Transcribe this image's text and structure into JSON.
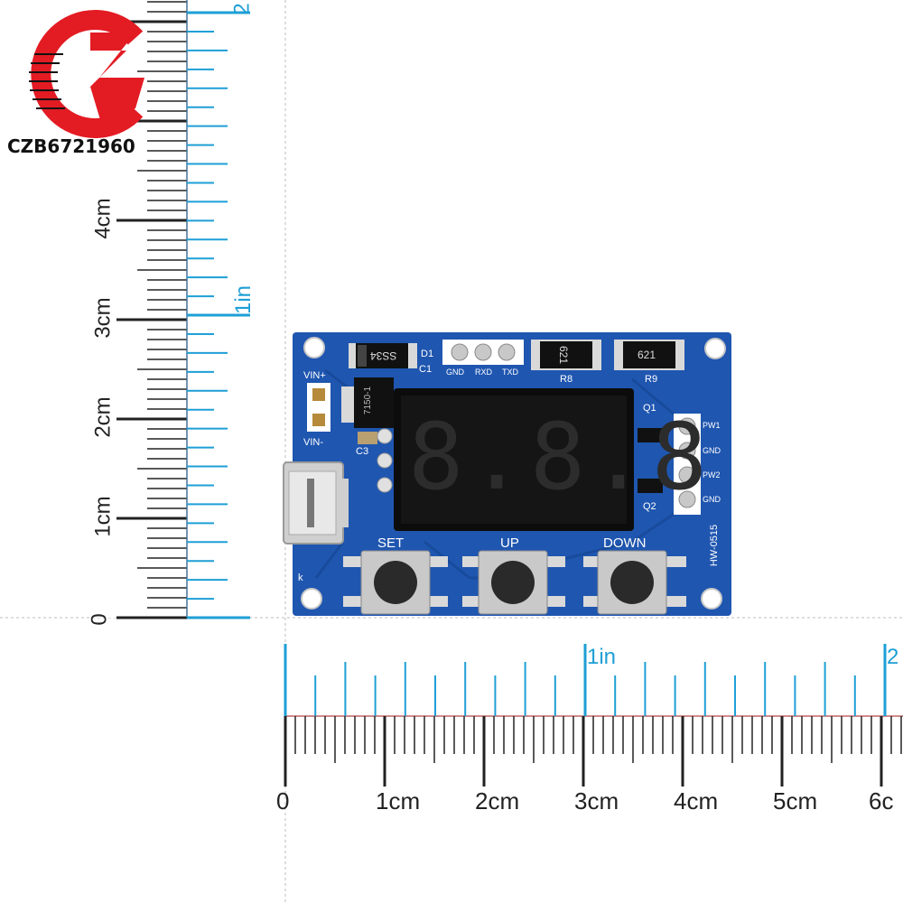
{
  "watermark": {
    "text": "CZB6721960",
    "logo_colors": {
      "primary": "#e31b23",
      "secondary": "#111111"
    }
  },
  "vertical_ruler": {
    "cm_labels": [
      "0",
      "1cm",
      "2cm",
      "3cm",
      "4cm"
    ],
    "inch_labels": [
      "1in",
      "2"
    ],
    "tick_color_cm": "#222222",
    "tick_color_in": "#1e9fd6"
  },
  "horizontal_ruler": {
    "cm_labels": [
      "0",
      "1cm",
      "2cm",
      "3cm",
      "4cm",
      "5cm",
      "6c"
    ],
    "inch_labels": [
      "1in",
      "2"
    ],
    "tick_color_cm": "#222222",
    "tick_color_in": "#1e9fd6"
  },
  "board": {
    "model": "HW-0515",
    "display_digits": "8.8.8",
    "color": "#1f56b0",
    "silkscreen": {
      "vin_plus": "VIN+",
      "vin_minus": "VIN-",
      "d1": "D1",
      "c1": "C1",
      "c3": "C3",
      "header_top": [
        "GND",
        "RXD",
        "TXD"
      ],
      "r8": "R8",
      "r9": "R9",
      "q1": "Q1",
      "q2": "Q2",
      "header_right": [
        "PW1",
        "GND",
        "PW2",
        "GND"
      ],
      "k": "k"
    },
    "components": {
      "diode_code": "SS34",
      "regulator_code": "7150-1",
      "r8_code": "621",
      "r9_code": "621"
    },
    "buttons": [
      "SET",
      "UP",
      "DOWN"
    ]
  }
}
